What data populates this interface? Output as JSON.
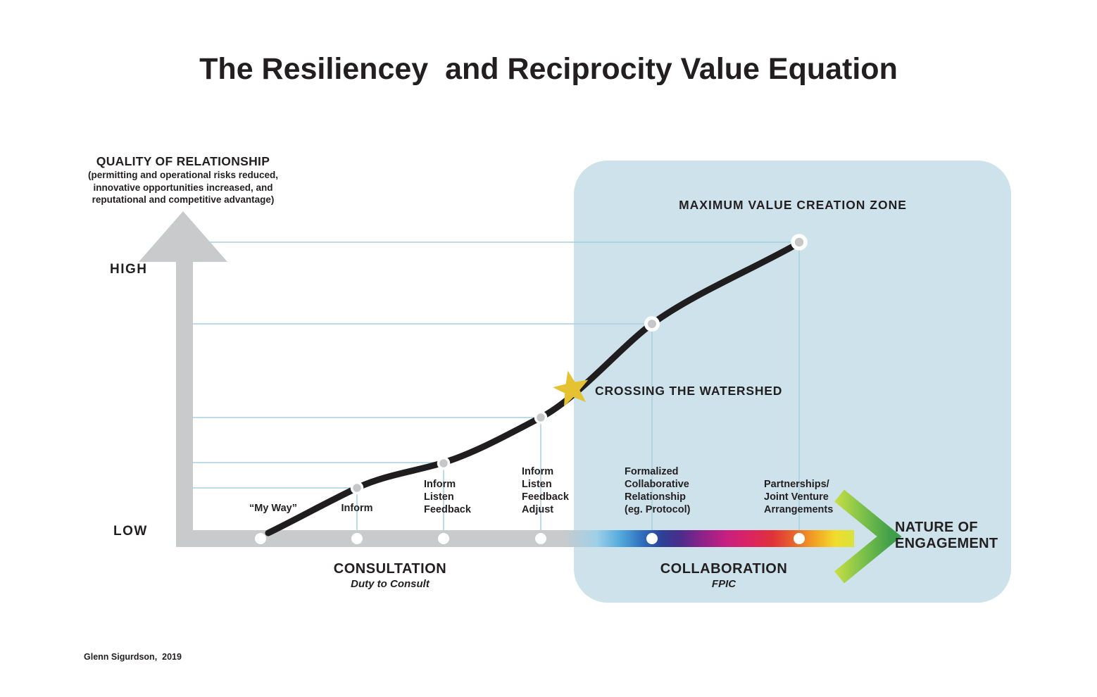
{
  "title": "The Resiliencey  and Reciprocity Value Equation",
  "y_axis": {
    "title": "QUALITY OF RELATIONSHIP",
    "subtitle_lines": [
      "(permitting and operational risks reduced,",
      "innovative opportunities increased, and",
      "reputational and competitive advantage)"
    ],
    "high_label": "HIGH",
    "low_label": "LOW"
  },
  "zone": {
    "title": "MAXIMUM VALUE CREATION ZONE",
    "fill_color": "#cde2ea"
  },
  "watershed": {
    "label": "CROSSING THE WATERSHED",
    "star_color": "#e4c232"
  },
  "stages": [
    {
      "label_lines": [
        "“My Way”"
      ]
    },
    {
      "label_lines": [
        "Inform"
      ]
    },
    {
      "label_lines": [
        "Inform",
        "Listen",
        "Feedback"
      ]
    },
    {
      "label_lines": [
        "Inform",
        "Listen",
        "Feedback",
        "Adjust"
      ]
    },
    {
      "label_lines": [
        "Formalized",
        "Collaborative",
        "Relationship",
        "(eg. Protocol)"
      ]
    },
    {
      "label_lines": [
        "Partnerships/",
        "Joint Venture",
        "Arrangements"
      ]
    }
  ],
  "x_axis": {
    "consultation": {
      "title": "CONSULTATION",
      "subtitle": "Duty to Consult"
    },
    "collaboration": {
      "title": "COLLABORATION",
      "subtitle": "FPIC"
    },
    "nature_of_engagement_lines": [
      "NATURE OF",
      "ENGAGEMENT"
    ]
  },
  "credit": "Glenn Sigurdson,  2019",
  "colors": {
    "text": "#231f20",
    "axis_gray": "#c9cacb",
    "gridline_blue": "#a6cfdd",
    "zone_blue": "#cde2ea",
    "curve_black": "#201d1e",
    "dot_gray": "#c6c7c9",
    "star_gold": "#e4c232",
    "arrow_green_start": "#cadf43",
    "arrow_green_end": "#3f9e49"
  },
  "chart_data": {
    "type": "line",
    "title": "The Resiliencey and Reciprocity Value Equation",
    "xlabel": "NATURE OF ENGAGEMENT",
    "ylabel": "QUALITY OF RELATIONSHIP (LOW to HIGH)",
    "categories": [
      "“My Way”",
      "Inform",
      "Inform Listen Feedback",
      "Inform Listen Feedback Adjust",
      "Formalized Collaborative Relationship (eg. Protocol)",
      "Partnerships/ Joint Venture Arrangements"
    ],
    "values_relative_quality": [
      0,
      16,
      24,
      40,
      72,
      100
    ],
    "annotations": [
      "CROSSING THE WATERSHED (star between 4th and 5th stage)",
      "MAXIMUM VALUE CREATION ZONE (shaded region over collaboration stages)"
    ],
    "x_zones": [
      {
        "label": "CONSULTATION (Duty to Consult)",
        "stages": [
          0,
          1,
          2,
          3
        ]
      },
      {
        "label": "COLLABORATION (FPIC)",
        "stages": [
          4,
          5
        ]
      }
    ],
    "legend": "none",
    "grid": "partial leader lines from each data point to axes"
  }
}
